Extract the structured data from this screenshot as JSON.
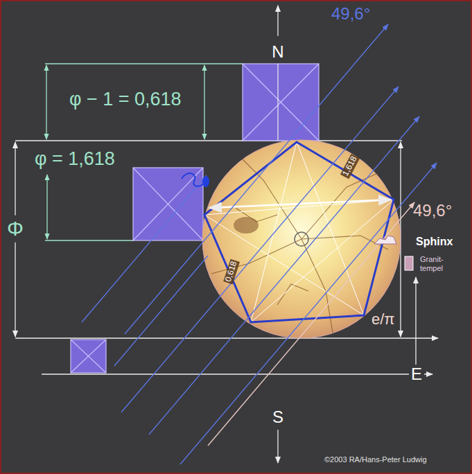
{
  "diagram": {
    "labels": [
      "N",
      "φ − 1 = 0,618",
      "φ = 1,618",
      "49,6°",
      "Φ",
      "49,6°",
      "Sphinx",
      "Granit- tempel",
      "e/π",
      "E",
      "S",
      "©2003 RA/Hans-Peter Ludwig",
      "0,618",
      "1,618"
    ]
  }
}
